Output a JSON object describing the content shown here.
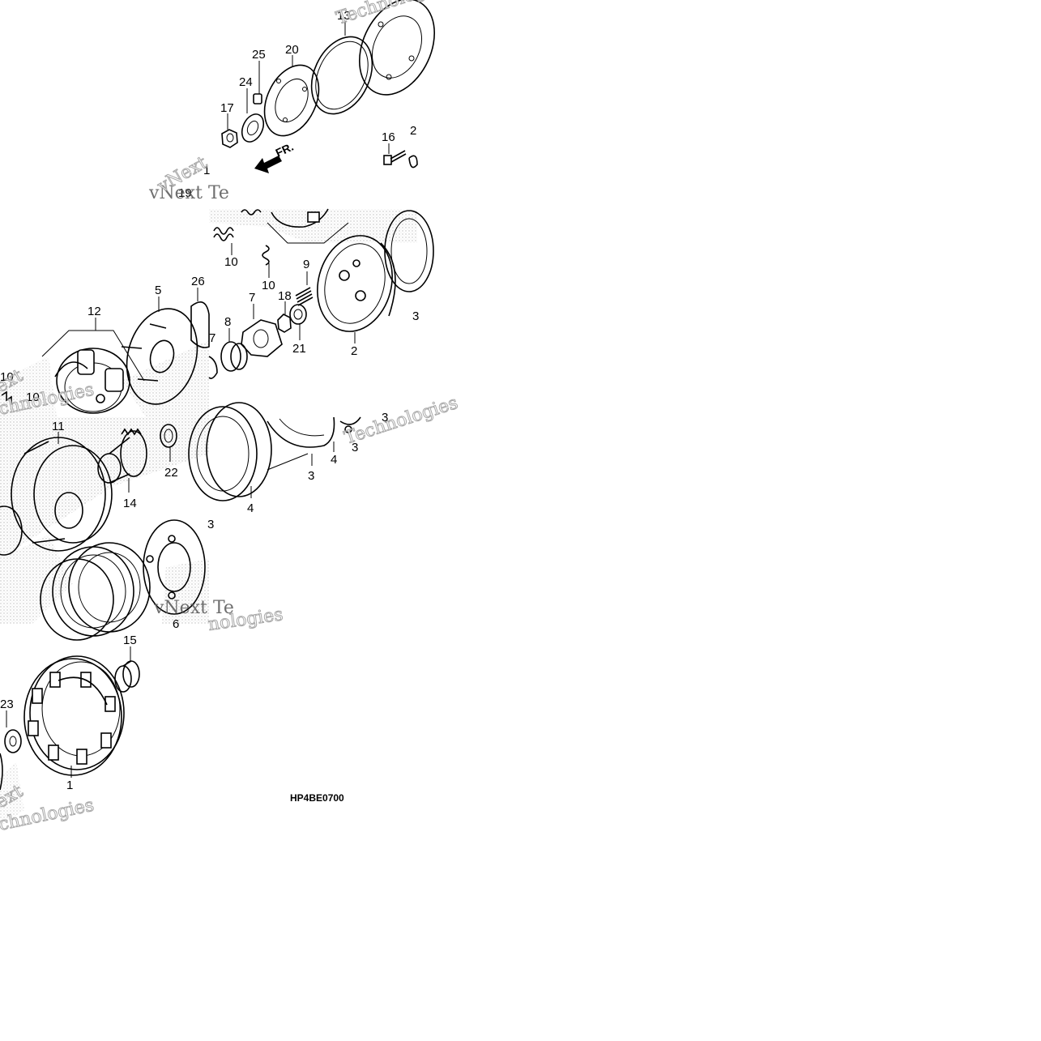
{
  "diagram": {
    "drawing_code": "HP4BE0700",
    "direction_label": "FR.",
    "watermarks": [
      "Technologies",
      "vNext Te",
      "vNext",
      "ext",
      "chnologies",
      "vNext Te",
      "nologies",
      "Technologies",
      "ext",
      "chnologies"
    ],
    "callouts": [
      {
        "id": "c13",
        "label": "13"
      },
      {
        "id": "c25",
        "label": "25"
      },
      {
        "id": "c20",
        "label": "20"
      },
      {
        "id": "c24",
        "label": "24"
      },
      {
        "id": "c17",
        "label": "17"
      },
      {
        "id": "c16",
        "label": "16"
      },
      {
        "id": "c2a",
        "label": "2"
      },
      {
        "id": "c19",
        "label": "19"
      },
      {
        "id": "c1a",
        "label": "1"
      },
      {
        "id": "c10a",
        "label": "10"
      },
      {
        "id": "c10b",
        "label": "10"
      },
      {
        "id": "c9",
        "label": "9"
      },
      {
        "id": "c18",
        "label": "18"
      },
      {
        "id": "c7a",
        "label": "7"
      },
      {
        "id": "c8",
        "label": "8"
      },
      {
        "id": "c21",
        "label": "21"
      },
      {
        "id": "c2b",
        "label": "2"
      },
      {
        "id": "c3a",
        "label": "3"
      },
      {
        "id": "c12",
        "label": "12"
      },
      {
        "id": "c5",
        "label": "5"
      },
      {
        "id": "c26",
        "label": "26"
      },
      {
        "id": "c7b",
        "label": "7"
      },
      {
        "id": "c10c",
        "label": "10"
      },
      {
        "id": "c10d",
        "label": "10"
      },
      {
        "id": "c11",
        "label": "11"
      },
      {
        "id": "c22",
        "label": "22"
      },
      {
        "id": "c14",
        "label": "14"
      },
      {
        "id": "c3b",
        "label": "3"
      },
      {
        "id": "c4a",
        "label": "4"
      },
      {
        "id": "c3c",
        "label": "3"
      },
      {
        "id": "c3d",
        "label": "3"
      },
      {
        "id": "c4b",
        "label": "4"
      },
      {
        "id": "c3e",
        "label": "3"
      },
      {
        "id": "c6",
        "label": "6"
      },
      {
        "id": "c15",
        "label": "15"
      },
      {
        "id": "c23",
        "label": "23"
      },
      {
        "id": "c1b",
        "label": "1"
      }
    ]
  }
}
